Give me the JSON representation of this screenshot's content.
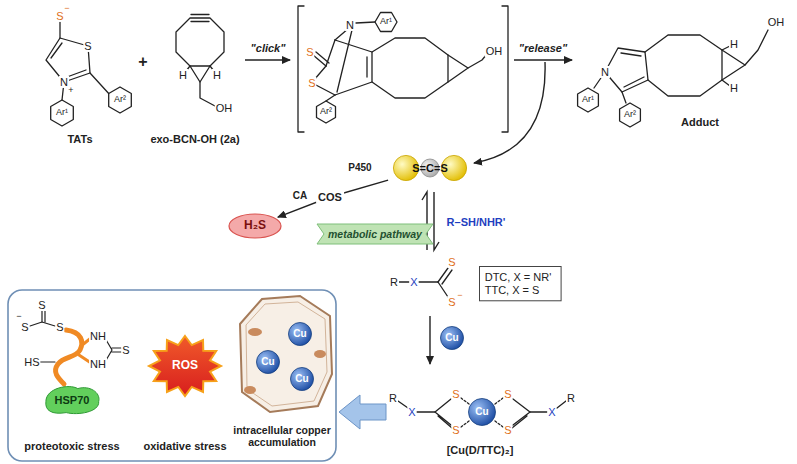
{
  "diagram": {
    "nodes": [
      {
        "text": [
          "S=C=S"
        ]
      },
      {
        "text": [
          "H₂S"
        ]
      },
      {
        "text": [
          "metabolic pathway"
        ]
      },
      {
        "text": [
          "DTC, X = NR'",
          "TTC, X = S"
        ]
      },
      {
        "text": [
          "Cu"
        ]
      },
      {
        "text": [
          "Cu"
        ]
      },
      {
        "text": [
          "HSP70"
        ]
      },
      {
        "text": [
          "ROS"
        ]
      },
      {
        "text": [
          "Cu"
        ]
      },
      {
        "text": [
          "Cu"
        ]
      },
      {
        "text": [
          "Cu"
        ]
      }
    ],
    "edges": [
      {
        "from": 0,
        "to": 1,
        "arrow": "to"
      }
    ],
    "labels": [
      "−",
      "S",
      "S",
      "N",
      "+",
      "Ar¹",
      "Ar²",
      "TATs",
      "+",
      "H",
      "H",
      "OH",
      "exo-BCN-OH (2a)",
      "\"click\"",
      "N",
      "Ar¹",
      "S",
      "S",
      "Ar²",
      "OH",
      "\"release\"",
      "H",
      "H",
      "OH",
      "N",
      "Ar¹",
      "Ar²",
      "Adduct",
      "P450",
      "COS",
      "CA",
      "R–SH/NHR'",
      "R",
      "X",
      "S",
      "S",
      "−",
      "R",
      "X",
      "S",
      "S",
      "S",
      "S",
      "X",
      "R",
      "[Cu(D/TTC)₂]",
      "−",
      "S",
      "S",
      "S",
      "HS",
      "NH",
      "NH",
      "S",
      "proteotoxic stress",
      "oxidative stress",
      "intracellular copper accumulation"
    ]
  }
}
